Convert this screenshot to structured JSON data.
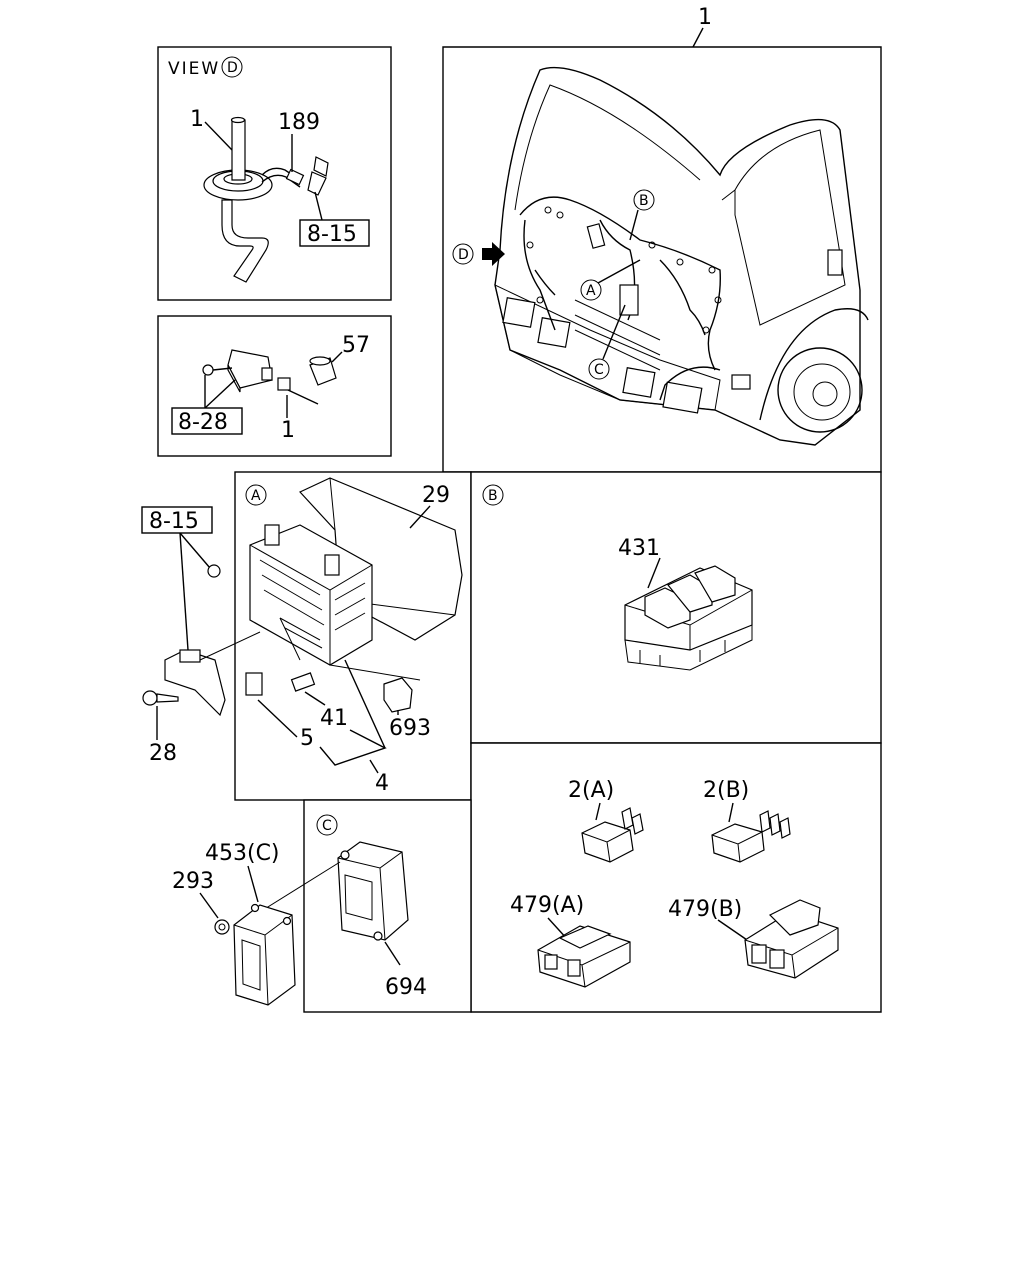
{
  "title_number": "1",
  "view_label": "VIEW",
  "view_marker": "D",
  "arrow_marker": "D",
  "cab_callouts": {
    "a": "A",
    "b": "B",
    "c": "C"
  },
  "panel_view": {
    "hose": "1",
    "clip": "189",
    "ref": "8-15"
  },
  "panel_relay_small": {
    "ref": "8-28",
    "relay": "57",
    "wire": "1"
  },
  "panel_a": {
    "marker": "A",
    "bracket_ref": "8-15",
    "cover": "29",
    "screw": "28",
    "fuse_5": "5",
    "fuse_41": "41",
    "relay_693": "693",
    "set_4": "4"
  },
  "panel_b": {
    "marker": "B",
    "relay_block": "431"
  },
  "panel_c": {
    "marker": "C",
    "unit": "694",
    "nut": "293",
    "module": "453(C)"
  },
  "panel_parts": {
    "relay_2a": "2(A)",
    "relay_2b": "2(B)",
    "conn_479a": "479(A)",
    "conn_479b": "479(B)"
  }
}
